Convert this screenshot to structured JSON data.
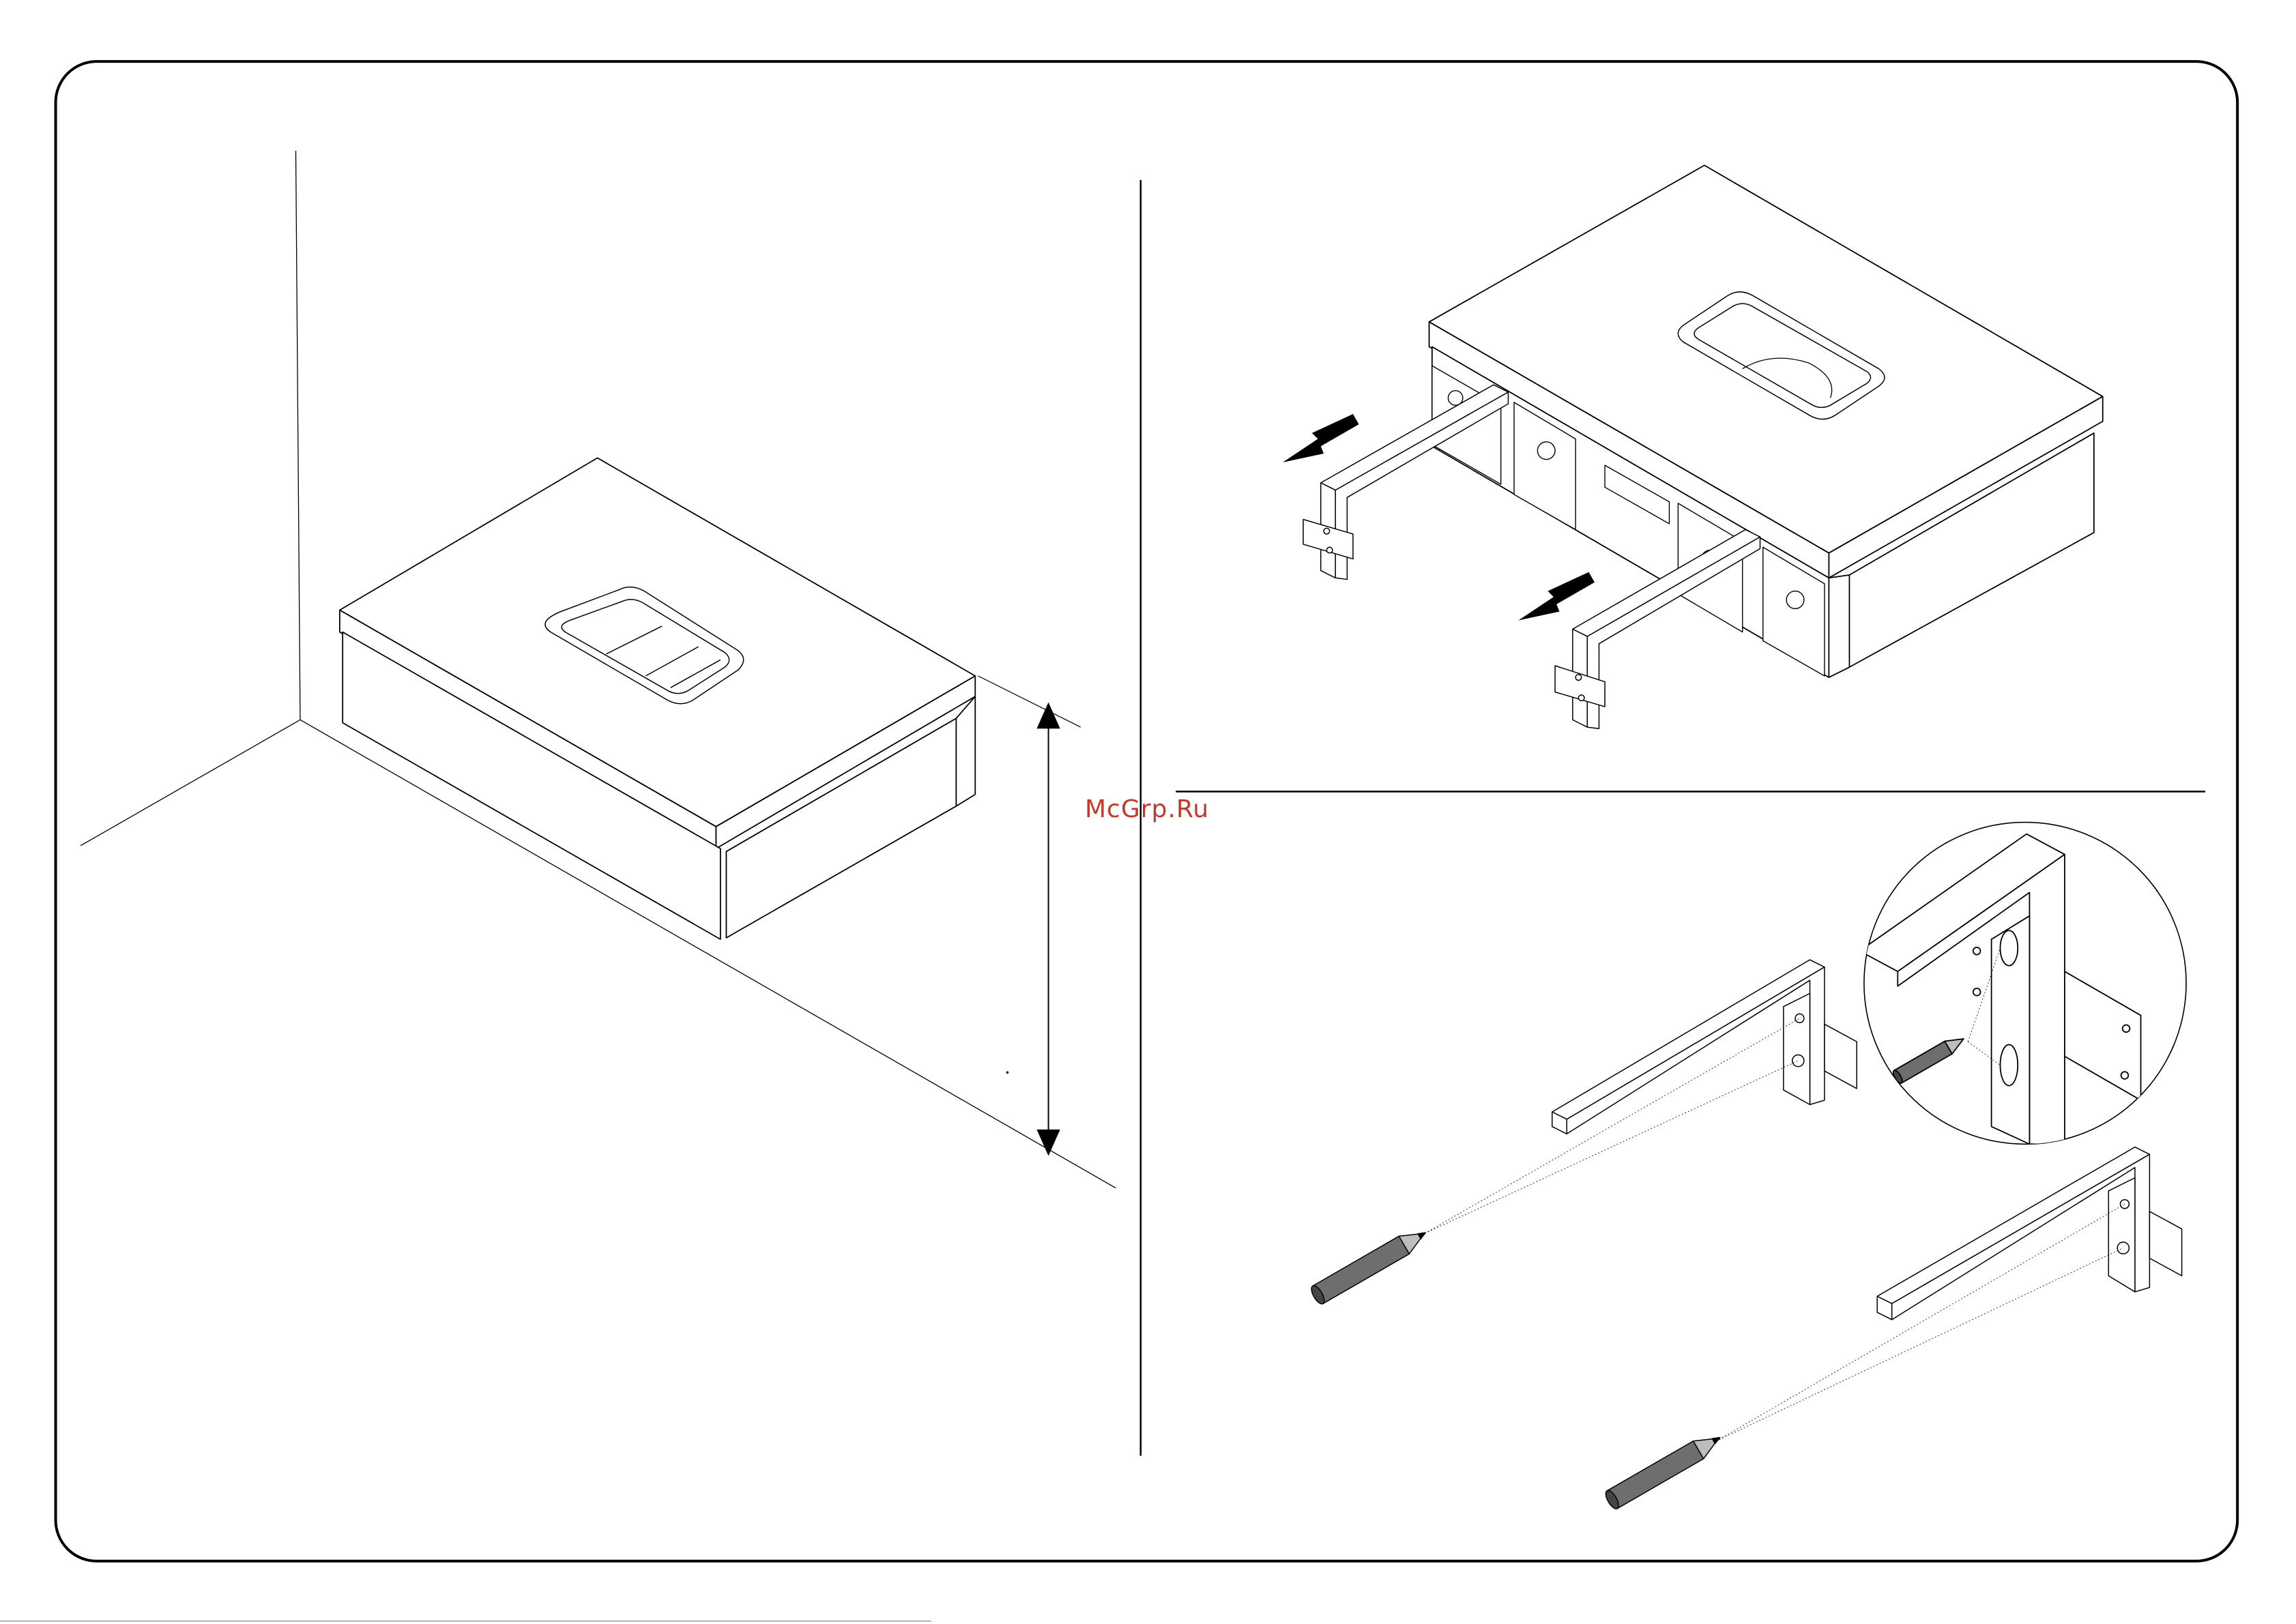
{
  "watermark": {
    "text": "McGrp.Ru",
    "color": "#c0392b"
  },
  "colors": {
    "line": "#000000",
    "paper": "#ffffff",
    "pencil": "#6e6e6e",
    "pencil_tip": "#bdbdbd"
  },
  "panels": [
    {
      "id": "left",
      "content": "cabinet-on-wall-height-measure"
    },
    {
      "id": "top-right",
      "content": "remove-brackets-from-cabinet"
    },
    {
      "id": "bottom-right",
      "content": "mark-bracket-holes-on-wall"
    }
  ],
  "icons": [
    "double-arrow-icon",
    "arrow-left-icon",
    "pencil-icon",
    "magnifier-detail-icon"
  ]
}
